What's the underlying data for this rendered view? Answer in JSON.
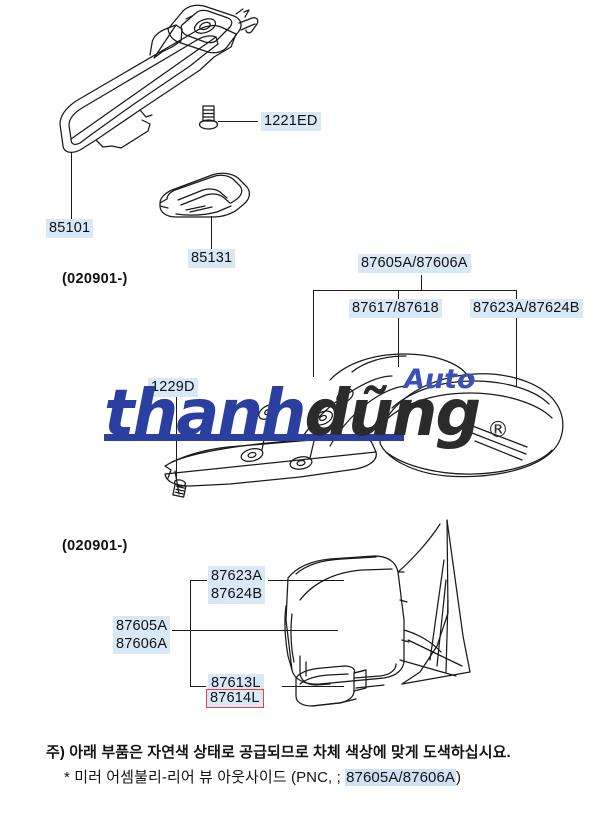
{
  "document": {
    "type": "parts-diagram",
    "title_hidden": "",
    "colors": {
      "label_highlight": "#d8e8f6",
      "red_highlight_border": "#e8443c",
      "line": "#1a1a1a",
      "watermark_blue": "#2b3fa0",
      "watermark_dark": "#2b2b2b",
      "footer_highlight": "#cfe2f3"
    }
  },
  "sections": {
    "top": {
      "date_mark": "(020901-)",
      "labels": {
        "mirror_assembly": "85101",
        "screw": "1221ED",
        "mirror_cover": "85131"
      }
    },
    "middle": {
      "labels": {
        "mirror_assembly": "87605A/87606A",
        "mirror_glass": "87617/87618",
        "mirror_cover": "87623A/87624B",
        "screw": "1229D"
      }
    },
    "bottom": {
      "date_mark": "(020901-)",
      "labels": {
        "cover_line1": "87623A",
        "cover_line2": "87624B",
        "assembly_line1": "87605A",
        "assembly_line2": "87606A",
        "base_line1": "87613L",
        "base_line2": "87614L"
      }
    }
  },
  "footer": {
    "line1": "주) 아래 부품은 자연색 상태로 공급되므로 차체 색상에 맞게 도색하십시요.",
    "line2_prefix": "* 미러 어셈불리-리어 뷰 아웃사이드 (PNC, ; ",
    "line2_part": "87605A/87606A",
    "line2_suffix": ")"
  },
  "watermark": {
    "brand_part1": "thanh",
    "brand_part2": "dũng",
    "sub": "Auto",
    "registered": "®"
  }
}
